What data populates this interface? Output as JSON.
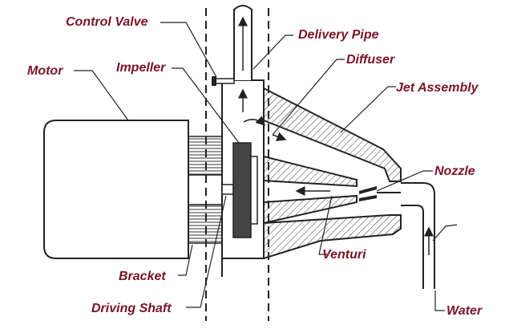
{
  "labels": {
    "control_valve": "Control Valve",
    "delivery_pipe": "Delivery Pipe",
    "motor": "Motor",
    "impeller": "Impeller",
    "diffuser": "Diffuser",
    "jet_assembly": "Jet Assembly",
    "nozzle": "Nozzle",
    "bracket": "Bracket",
    "venturi": "Venturi",
    "driving_shaft": "Driving Shaft",
    "water": "Water"
  },
  "colors": {
    "label_text": "#7a1425",
    "line": "#222222",
    "impeller_fill": "#444444"
  }
}
